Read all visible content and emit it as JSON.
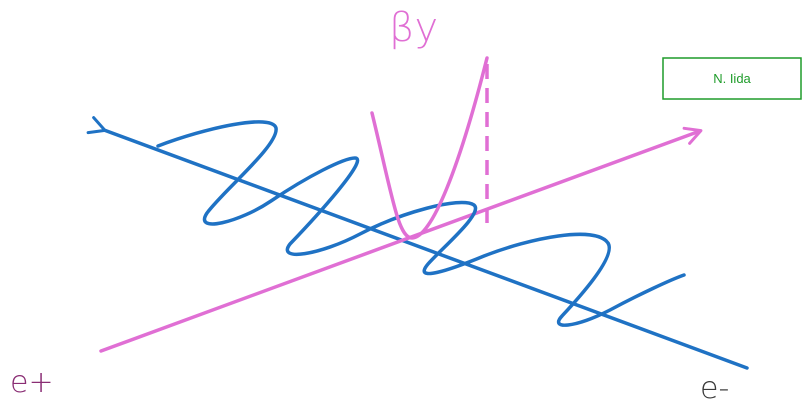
{
  "labels": {
    "beta_y": "βy",
    "e_plus": "e+",
    "e_minus": "e-",
    "author": "N. Iida"
  },
  "colors": {
    "blue": "#1f72c4",
    "magenta": "#e06fd4",
    "label_purple": "#8a2d74",
    "label_dark": "#3a3a3a",
    "author_green": "#1f9c2a"
  }
}
